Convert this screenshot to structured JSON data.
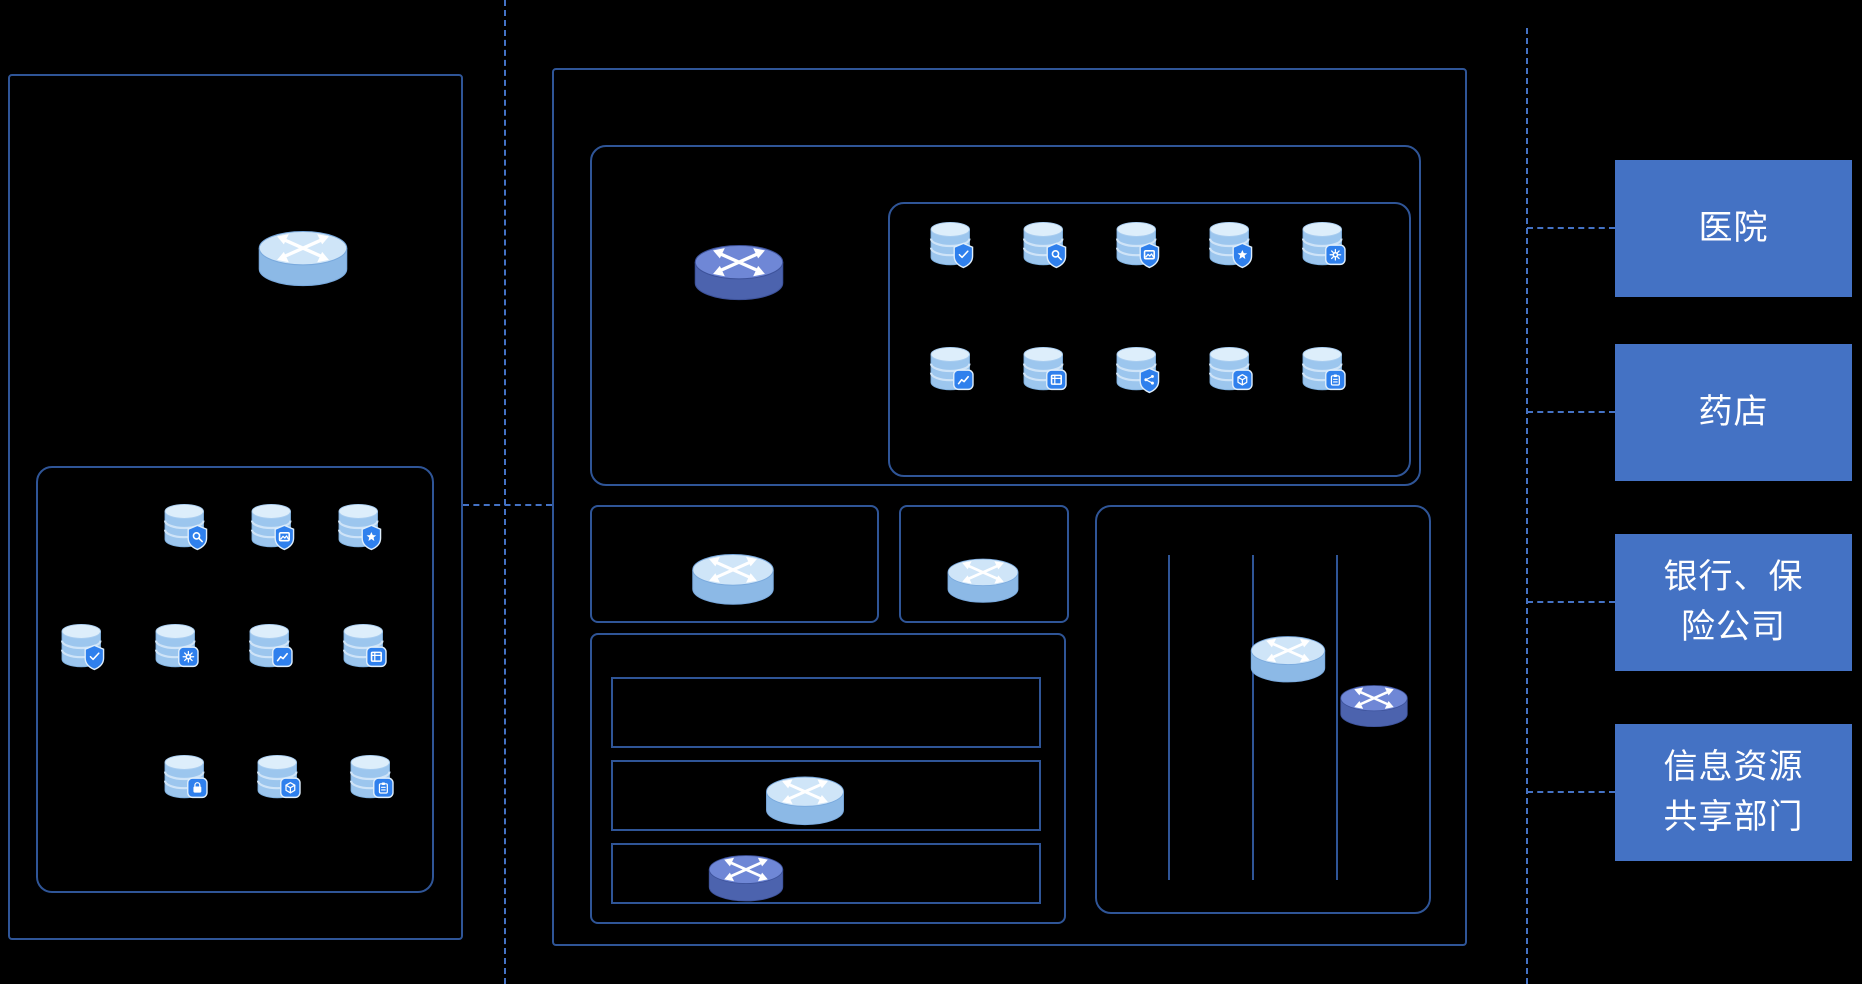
{
  "colors": {
    "background": "#000000",
    "box_border": "#2f5597",
    "dashed_line": "#4472c4",
    "label_fill": "#4472c4",
    "label_text": "#ffffff",
    "badge_blue": "#2f80ed",
    "database_light": "#9cc6ee",
    "switch_light_top": "#cfe5f8",
    "switch_dark_top": "#6f87d6"
  },
  "icons": {
    "switch_light": "switch-icon-light",
    "switch_dark": "switch-icon-dark",
    "database": "database-icon"
  },
  "left_panel": {
    "db_rows": [
      [
        "shield-search",
        "shield-image",
        "shield-star"
      ],
      [
        "shield-check",
        "gear",
        "chart",
        "table"
      ],
      [
        "lock",
        "cube",
        "clipboard"
      ]
    ]
  },
  "center_panel": {
    "db_rows": [
      [
        "shield-check",
        "shield-search",
        "shield-image",
        "shield-star",
        "gear"
      ],
      [
        "chart",
        "table",
        "shield-share",
        "cube",
        "clipboard"
      ]
    ]
  },
  "right_labels": [
    {
      "id": "hospital",
      "label": "医院"
    },
    {
      "id": "pharmacy",
      "label": "药店"
    },
    {
      "id": "bank-insurance",
      "label": "银行、保险公司"
    },
    {
      "id": "info-sharing",
      "label": "信息资源共享部门"
    }
  ]
}
